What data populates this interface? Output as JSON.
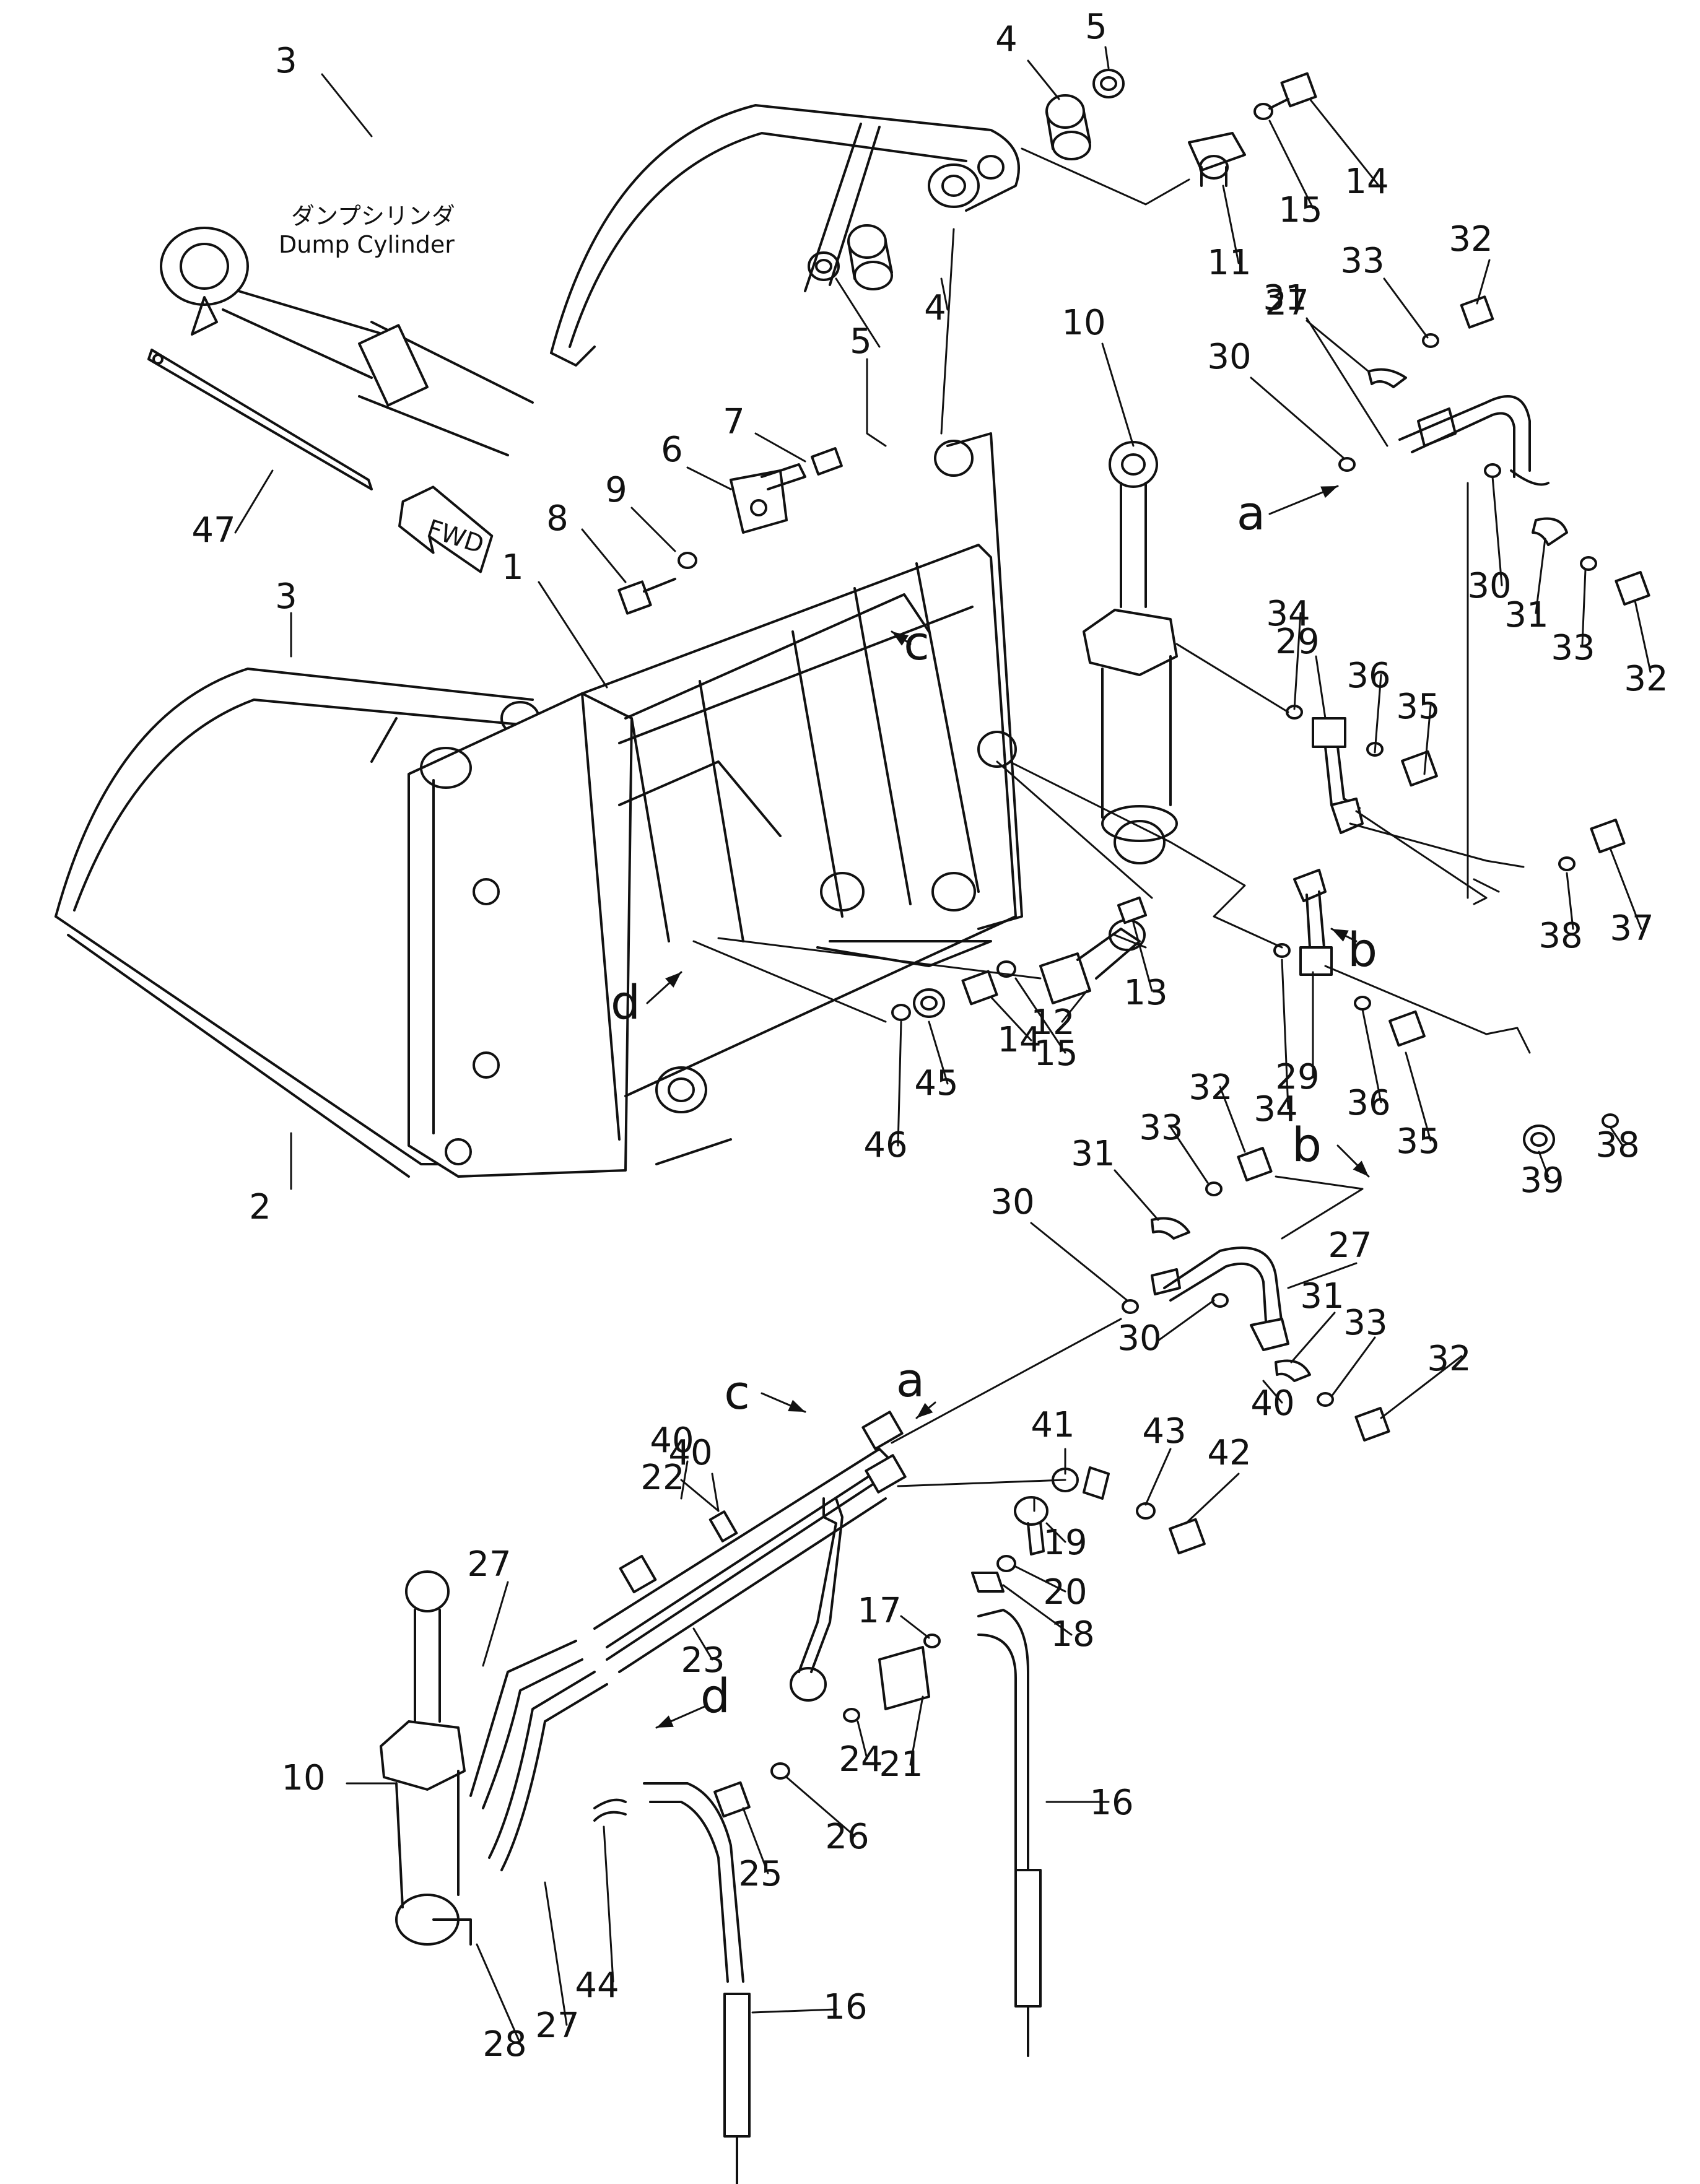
{
  "caption": {
    "japanese": "ダンプシリンダ",
    "english": "Dump Cylinder"
  },
  "direction_arrow": "FWD",
  "callouts": [
    {
      "label": "1"
    },
    {
      "label": "2"
    },
    {
      "label": "3"
    },
    {
      "label": "3"
    },
    {
      "label": "4"
    },
    {
      "label": "4"
    },
    {
      "label": "5"
    },
    {
      "label": "5"
    },
    {
      "label": "6"
    },
    {
      "label": "7"
    },
    {
      "label": "8"
    },
    {
      "label": "9"
    },
    {
      "label": "10"
    },
    {
      "label": "10"
    },
    {
      "label": "11"
    },
    {
      "label": "12"
    },
    {
      "label": "13"
    },
    {
      "label": "14"
    },
    {
      "label": "14"
    },
    {
      "label": "15"
    },
    {
      "label": "15"
    },
    {
      "label": "16"
    },
    {
      "label": "16"
    },
    {
      "label": "17"
    },
    {
      "label": "18"
    },
    {
      "label": "19"
    },
    {
      "label": "20"
    },
    {
      "label": "21"
    },
    {
      "label": "22"
    },
    {
      "label": "23"
    },
    {
      "label": "24"
    },
    {
      "label": "25"
    },
    {
      "label": "26"
    },
    {
      "label": "27"
    },
    {
      "label": "27"
    },
    {
      "label": "27"
    },
    {
      "label": "27"
    },
    {
      "label": "28"
    },
    {
      "label": "29"
    },
    {
      "label": "29"
    },
    {
      "label": "30"
    },
    {
      "label": "30"
    },
    {
      "label": "30"
    },
    {
      "label": "30"
    },
    {
      "label": "31"
    },
    {
      "label": "31"
    },
    {
      "label": "31"
    },
    {
      "label": "31"
    },
    {
      "label": "32"
    },
    {
      "label": "32"
    },
    {
      "label": "32"
    },
    {
      "label": "32"
    },
    {
      "label": "33"
    },
    {
      "label": "33"
    },
    {
      "label": "33"
    },
    {
      "label": "33"
    },
    {
      "label": "34"
    },
    {
      "label": "34"
    },
    {
      "label": "35"
    },
    {
      "label": "35"
    },
    {
      "label": "36"
    },
    {
      "label": "36"
    },
    {
      "label": "37"
    },
    {
      "label": "38"
    },
    {
      "label": "38"
    },
    {
      "label": "39"
    },
    {
      "label": "40"
    },
    {
      "label": "40"
    },
    {
      "label": "40"
    },
    {
      "label": "41"
    },
    {
      "label": "42"
    },
    {
      "label": "43"
    },
    {
      "label": "44"
    },
    {
      "label": "45"
    },
    {
      "label": "46"
    },
    {
      "label": "47"
    }
  ],
  "connection_letters": [
    {
      "label": "a"
    },
    {
      "label": "a"
    },
    {
      "label": "b"
    },
    {
      "label": "b"
    },
    {
      "label": "c"
    },
    {
      "label": "c"
    },
    {
      "label": "d"
    },
    {
      "label": "d"
    }
  ]
}
